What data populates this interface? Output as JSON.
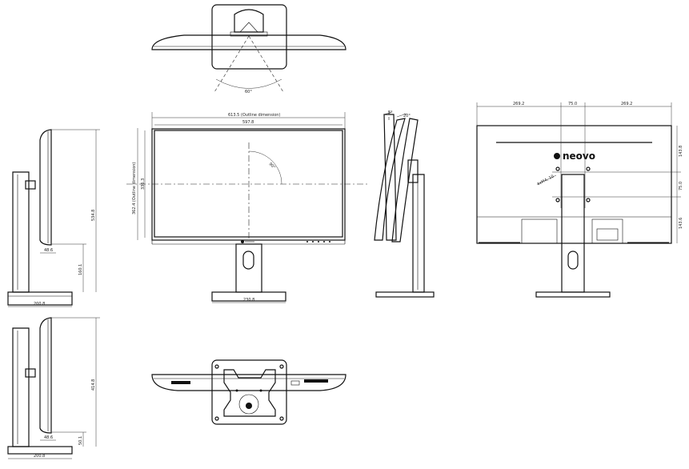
{
  "views": {
    "top": {
      "swivel_angle": "60°"
    },
    "front": {
      "outline_width": "613.5 (Outline dimension)",
      "screen_width": "597.8",
      "outline_height": "362.4 (Outline dimension)",
      "screen_height": "336.3",
      "rotation_angle": "90°"
    },
    "side": {
      "height_max": "534.8",
      "height_adjust": "160.1",
      "depth_a": "48.6",
      "base_depth": "200.8"
    },
    "side_low": {
      "height_min": "414.8",
      "depth_a": "48.6",
      "base_clear": "50.1",
      "base_depth": "200.8"
    },
    "tilt": {
      "tilt_back": "5°",
      "tilt_forward": "20°"
    },
    "back": {
      "left_seg": "269.2",
      "vesa_seg": "75.0",
      "right_seg": "269.2",
      "top_offset": "143.8",
      "vesa_vertical": "75.0",
      "bottom_offset": "143.6",
      "vesa_note": "4xM4, 10",
      "brand": "neovo"
    },
    "base": {
      "width": "230.8"
    }
  }
}
